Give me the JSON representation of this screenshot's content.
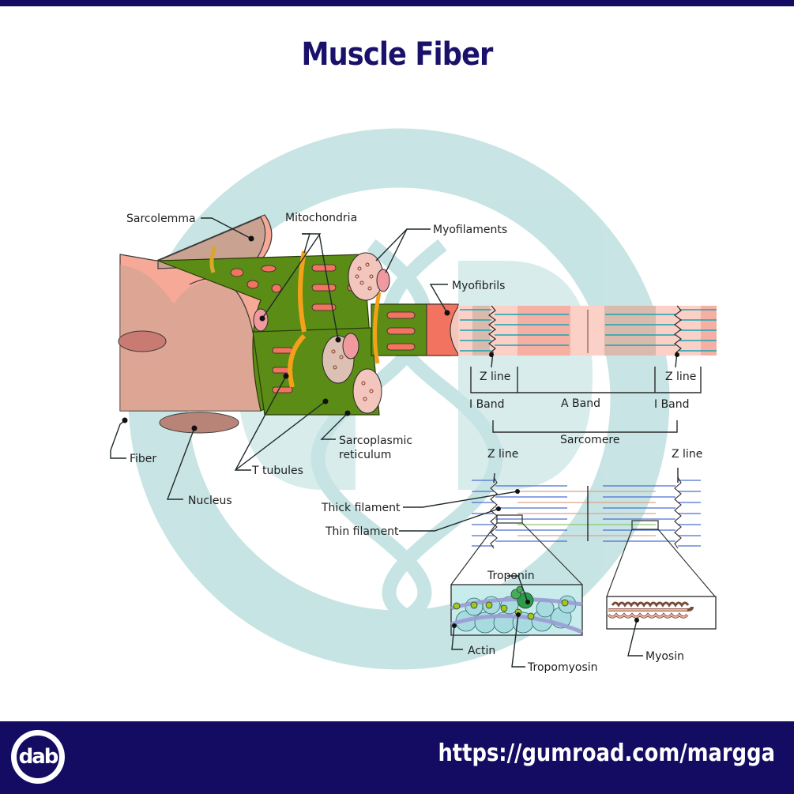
{
  "header": {
    "title": "Muscle Fiber"
  },
  "colors": {
    "navy": "#140c63",
    "title": "#1a116b",
    "watermark": "#c5e3e3",
    "sarcolemma": "#c9a292",
    "fiber": "#f7a998",
    "reticulum_green": "#5b8c16",
    "t_tubule": "#f4a11a",
    "myofibril": "#f2735f",
    "thin_filament": "#4a6fd0",
    "thick_filament": "#d9a48a",
    "actin": "#a7dbe0",
    "troponin": "#2e9a4a",
    "tropomyosin": "#9b9bd4",
    "myosin": "#e8b2a2"
  },
  "labels": {
    "sarcolemma": "Sarcolemma",
    "mitochondria": "Mitochondria",
    "myofilaments": "Myofilaments",
    "myofibrils": "Myofibrils",
    "fiber": "Fiber",
    "nucleus": "Nucleus",
    "t_tubules": "T tubules",
    "sarcoplasmic_line1": "Sarcoplasmic",
    "sarcoplasmic_line2": "reticulum",
    "z_line_top_left": "Z line",
    "z_line_top_right": "Z line",
    "i_band_left": "I Band",
    "a_band": "A Band",
    "i_band_right": "I Band",
    "sarcomere": "Sarcomere",
    "z_line_bottom_left": "Z line",
    "z_line_bottom_right": "Z line",
    "thick_filament": "Thick filament",
    "thin_filament": "Thin filament",
    "troponin": "Troponin",
    "actin": "Actin",
    "tropomyosin": "Tropomyosin",
    "myosin": "Myosin"
  },
  "footer": {
    "logo_text": "dab",
    "url": "https://gumroad.com/margga"
  }
}
